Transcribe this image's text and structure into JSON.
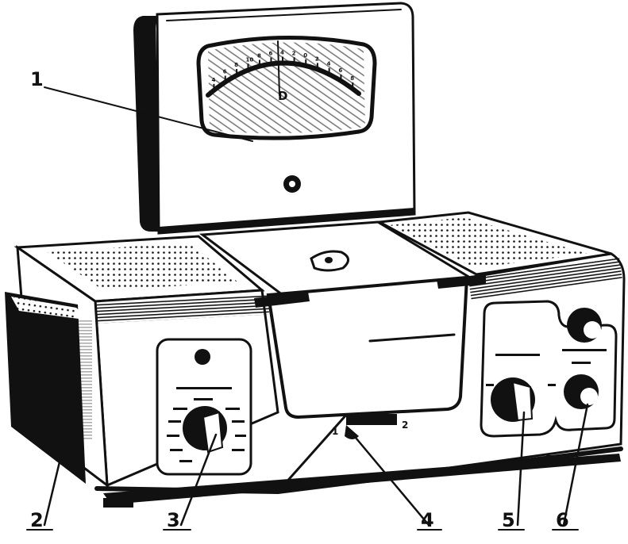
{
  "meter": {
    "dial_letter": "D",
    "scale_marks": [
      "4",
      "6",
      "8",
      "10",
      "8",
      "6",
      "4",
      "2",
      "0",
      "2",
      "4",
      "6",
      "8"
    ]
  },
  "callouts": [
    "1",
    "2",
    "3",
    "4",
    "5",
    "6"
  ],
  "switch_positions": {
    "left": "1",
    "right": "2"
  },
  "colors": {
    "ink": "#111111",
    "paper": "#ffffff"
  }
}
